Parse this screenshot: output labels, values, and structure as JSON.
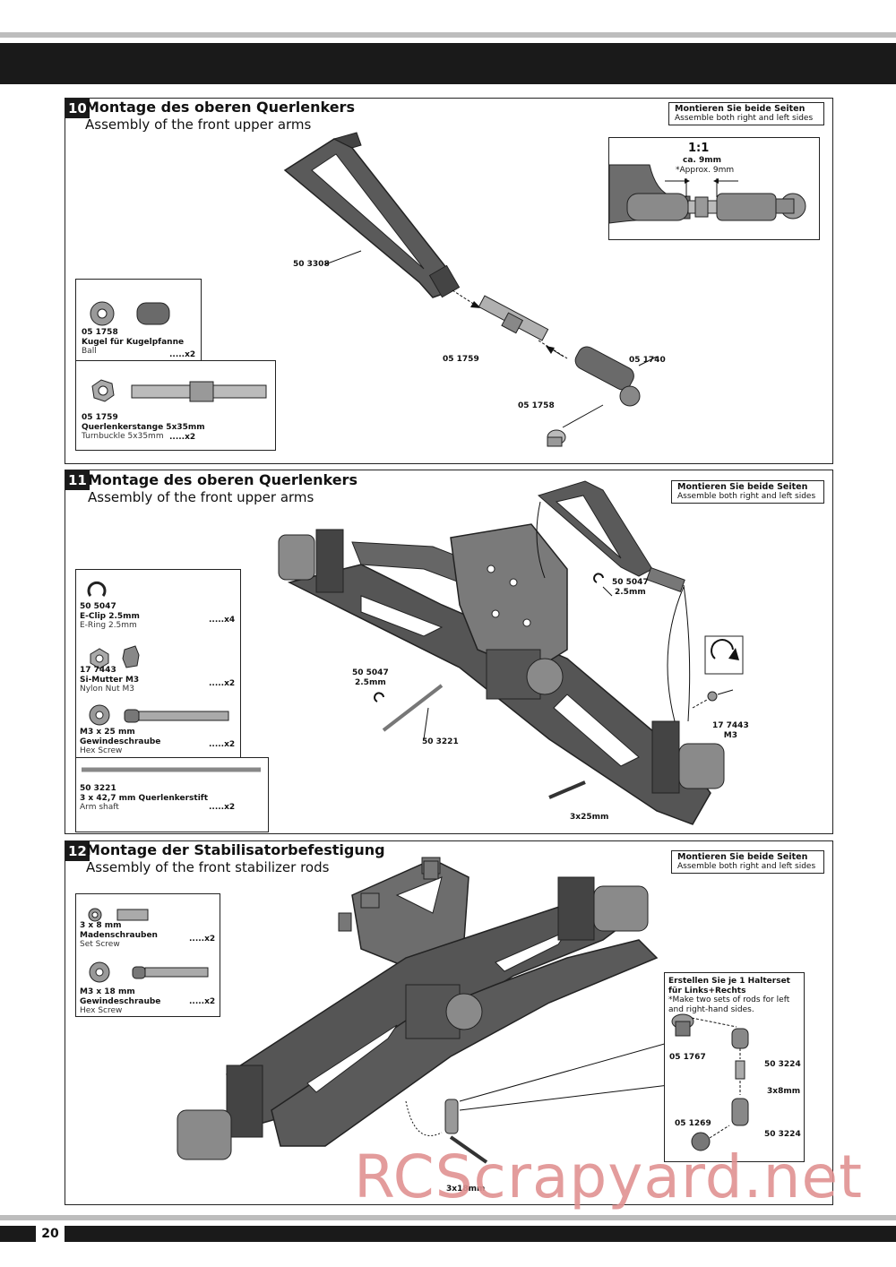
{
  "page_number": "20",
  "watermark": "RCScrapyard.net",
  "colors": {
    "frame": "#222222",
    "bar": "#1a1a1a",
    "watermark": "#e19292"
  },
  "steps": [
    {
      "number": "10",
      "title_de": "Montage des oberen Querlenkers",
      "title_en": "Assembly of the front upper arms",
      "note_de": "Montieren Sie beide Seiten",
      "note_en": "Assemble both right and left sides",
      "detail": {
        "ratio": "1:1",
        "dim_de": "ca. 9mm",
        "dim_en": "*Approx. 9mm"
      },
      "parts": [
        {
          "num": "05 1758",
          "de": "Kugel für Kugelpfanne",
          "en": "Ball",
          "qty": ".....x2"
        },
        {
          "num": "05 1759",
          "de": "Querlenkerstange 5x35mm",
          "en": "Turnbuckle 5x35mm",
          "qty": ".....x2"
        }
      ],
      "callouts": [
        "50 3308",
        "05 1759",
        "05 1740",
        "05 1758"
      ]
    },
    {
      "number": "11",
      "title_de": "Montage des oberen Querlenkers",
      "title_en": "Assembly of the front upper arms",
      "note_de": "Montieren Sie beide Seiten",
      "note_en": "Assemble both right and left sides",
      "parts": [
        {
          "num": "50 5047",
          "de": "E-Clip 2.5mm",
          "en": "E-Ring 2.5mm",
          "qty": ".....x4"
        },
        {
          "num": "17 7443",
          "de": "Si-Mutter M3",
          "en": "Nylon Nut M3",
          "qty": ".....x2"
        },
        {
          "num": "M3 x 25 mm",
          "de": "Gewindeschraube",
          "en": "Hex Screw",
          "qty": ".....x2"
        },
        {
          "num": "50 3221",
          "de": "3 x 42,7 mm Querlenkerstift",
          "en": "Arm shaft",
          "qty": ".....x2"
        }
      ],
      "callouts": [
        "50 5047",
        "2.5mm",
        "50 5047",
        "2.5mm",
        "50 3221",
        "17 7443",
        "M3",
        "3x25mm"
      ]
    },
    {
      "number": "12",
      "title_de": "Montage der Stabilisatorbefestigung",
      "title_en": "Assembly of the front stabilizer rods",
      "note_de": "Montieren Sie beide Seiten",
      "note_en": "Assemble both right and left sides",
      "parts": [
        {
          "num": "3 x 8 mm",
          "de": "Madenschrauben",
          "en": "Set Screw",
          "qty": ".....x2"
        },
        {
          "num": "M3 x 18 mm",
          "de": "Gewindeschraube",
          "en": "Hex Screw",
          "qty": ".....x2"
        }
      ],
      "subassembly": {
        "title_de": "Erstellen Sie je 1 Halterset für Links+Rechts",
        "title_en": "*Make two sets of rods for left and right-hand sides.",
        "callouts": [
          "05 1767",
          "50 3224",
          "3x8mm",
          "05 1269",
          "50 3224"
        ]
      },
      "callouts": [
        "3x18mm"
      ]
    }
  ]
}
